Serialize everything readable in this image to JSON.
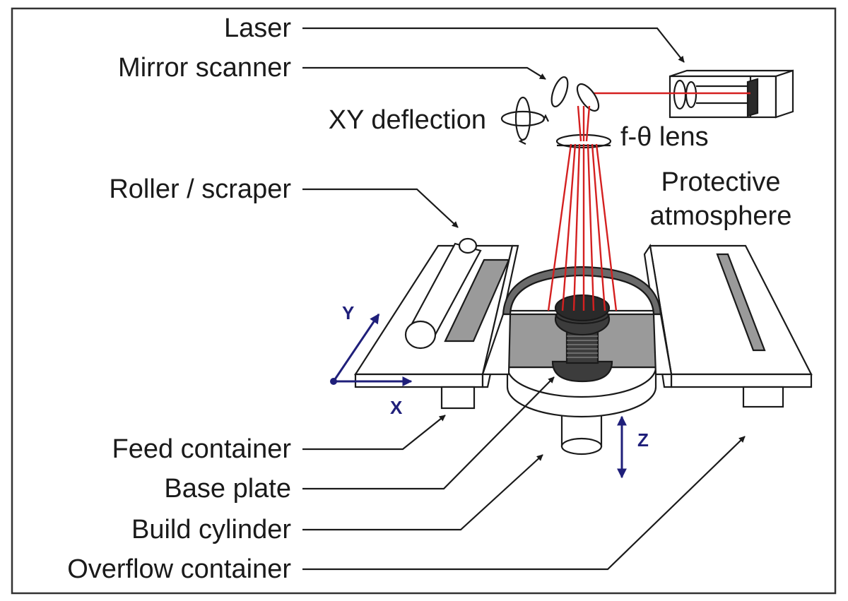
{
  "labels": {
    "laser": "Laser",
    "mirror_scanner": "Mirror scanner",
    "xy_deflection": "XY deflection",
    "f_theta_lens": "f-θ lens",
    "protective_line1": "Protective",
    "protective_line2": "atmosphere",
    "roller_scraper": "Roller / scraper",
    "feed_container": "Feed container",
    "base_plate": "Base plate",
    "build_cylinder": "Build cylinder",
    "overflow_container": "Overflow container"
  },
  "axes": {
    "x": "X",
    "y": "Y",
    "z": "Z"
  },
  "colors": {
    "laser_beam": "#d42020",
    "axis_arrows": "#1f1f7a",
    "powder_gray": "#9a9a9a",
    "part_dark": "#3c3c3c",
    "outline": "#1a1a1a"
  }
}
